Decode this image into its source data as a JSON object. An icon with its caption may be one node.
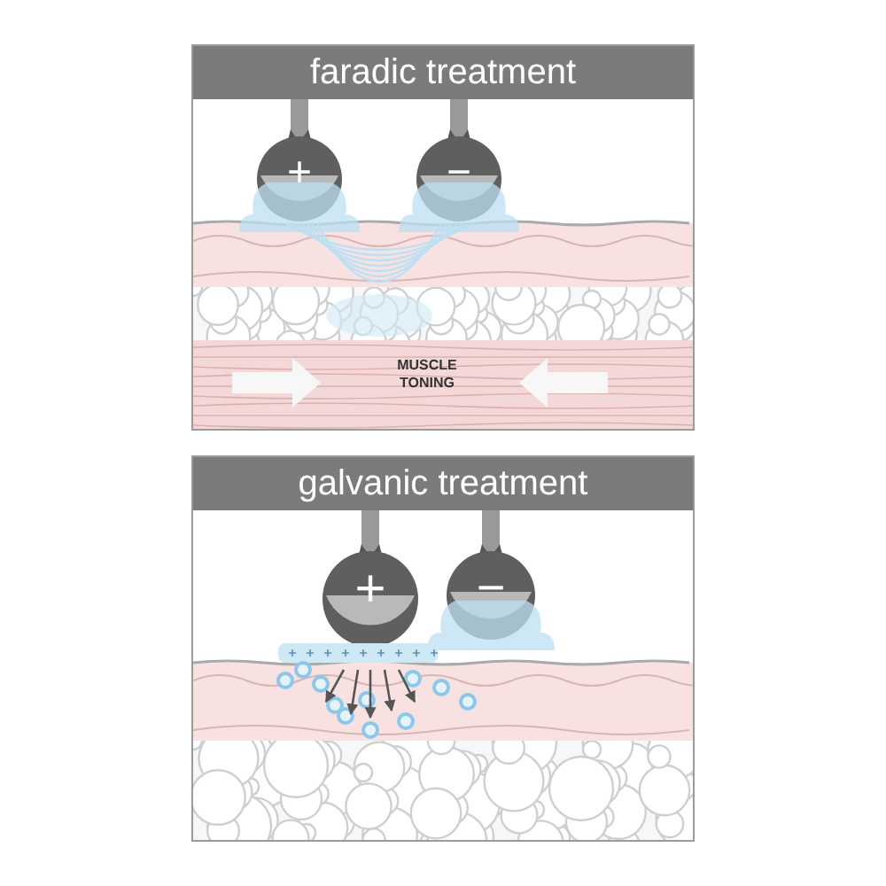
{
  "diagram": {
    "nodes": [
      {
        "text": [
          "faradic treatment"
        ]
      },
      {
        "text": [
          "galvanic treatment"
        ]
      }
    ],
    "labels": [
      "+",
      "−",
      "MUSCLE TONING",
      "+",
      "−"
    ]
  }
}
